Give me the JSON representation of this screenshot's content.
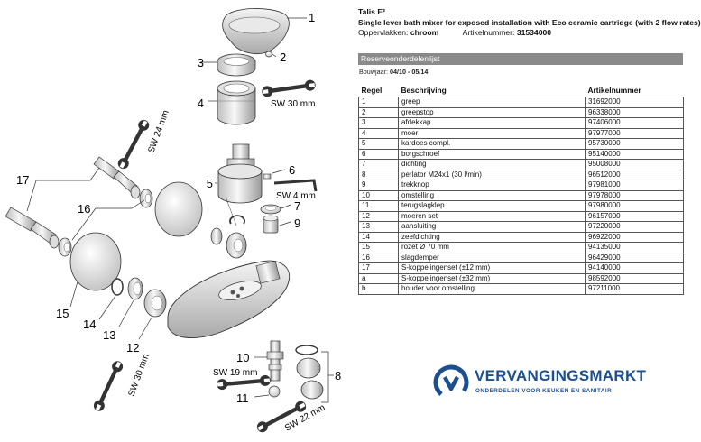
{
  "product": {
    "title": "Talis E²",
    "description": "Single lever bath mixer for exposed installation with Eco ceramic cartridge (with 2 flow rates)",
    "surface_label": "Oppervlakken:",
    "surface_value": "chroom",
    "article_label": "Artikelnummer:",
    "article_value": "31534000"
  },
  "section_title": "Reserveonderdelenlijst",
  "build": {
    "label": "Bouwjaar:",
    "value": "04/10 - 05/14"
  },
  "table": {
    "headers": [
      "Regel",
      "Beschrijving",
      "Artikelnummer"
    ],
    "rows": [
      [
        "1",
        "greep",
        "31692000"
      ],
      [
        "2",
        "greepstop",
        "96338000"
      ],
      [
        "3",
        "afdekkap",
        "97406000"
      ],
      [
        "4",
        "moer",
        "97977000"
      ],
      [
        "5",
        "kardoes compl.",
        "95730000"
      ],
      [
        "6",
        "borgschroef",
        "95140000"
      ],
      [
        "7",
        "dichting",
        "95008000"
      ],
      [
        "8",
        "perlator M24x1 (30 l/min)",
        "96512000"
      ],
      [
        "9",
        "trekknop",
        "97981000"
      ],
      [
        "10",
        "omstelling",
        "97978000"
      ],
      [
        "11",
        "terugslagklep",
        "97980000"
      ],
      [
        "12",
        "moeren set",
        "96157000"
      ],
      [
        "13",
        "aansluiting",
        "97220000"
      ],
      [
        "14",
        "zeefdichting",
        "96922000"
      ],
      [
        "15",
        "rozet Ø 70 mm",
        "94135000"
      ],
      [
        "16",
        "slagdemper",
        "96429000"
      ],
      [
        "17",
        "S-koppelingenset (±12 mm)",
        "94140000"
      ],
      [
        "a",
        "S-koppelingenset (±32 mm)",
        "98592000"
      ],
      [
        "b",
        "houder voor omstelling",
        "97211000"
      ]
    ]
  },
  "diagram": {
    "callouts": [
      "1",
      "2",
      "3",
      "4",
      "5",
      "6",
      "7",
      "9",
      "17",
      "16",
      "15",
      "14",
      "13",
      "12",
      "10",
      "11",
      "8"
    ],
    "wrench_labels": [
      "SW 30 mm",
      "SW 24 mm",
      "SW 4 mm",
      "SW 30 mm",
      "SW 19 mm",
      "SW 22 mm"
    ]
  },
  "logo": {
    "name": "VERVANGINGSMARKT",
    "tagline": "ONDERDELEN VOOR KEUKEN EN SANITAIR",
    "color": "#1b4f8f"
  }
}
